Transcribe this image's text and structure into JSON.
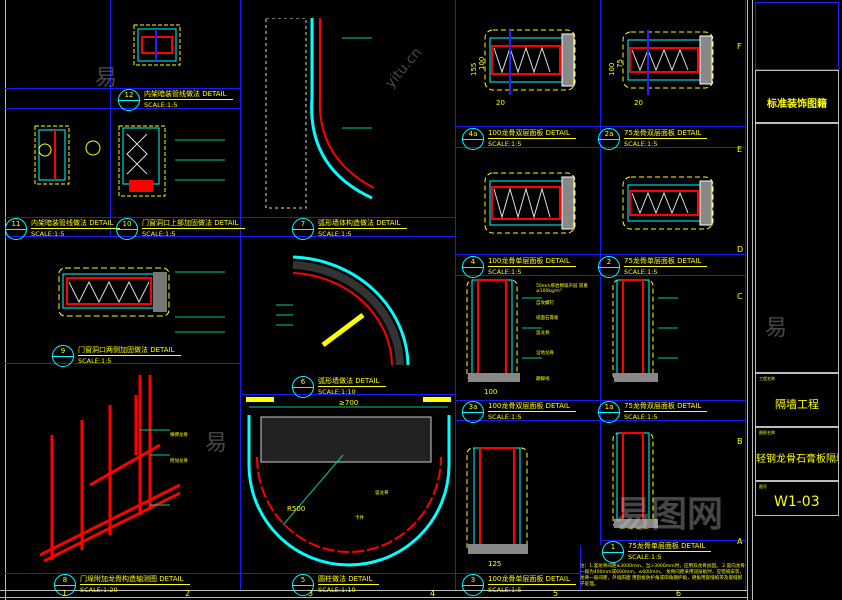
{
  "title_block": {
    "category": "标准装饰图籍",
    "project_caption": "工程名称",
    "project": "隔墙工程",
    "drawing_caption": "图纸名称",
    "drawing_name": "轻钢龙骨石膏板隔墙",
    "number_caption": "图号",
    "drawing_number": "W1-03"
  },
  "details": [
    {
      "num": "12",
      "title": "内架暗装管线做法 DETAIL",
      "scale": "SCALE:1:5"
    },
    {
      "num": "11",
      "title": "内架暗装管线做法 DETAIL",
      "scale": "SCALE:1:5"
    },
    {
      "num": "10",
      "title": "门窗洞口上部加固做法 DETAIL",
      "scale": "SCALE:1:5"
    },
    {
      "num": "9",
      "title": "门窗洞口两侧加固做法 DETAIL",
      "scale": "SCALE:1:5"
    },
    {
      "num": "8",
      "title": "门垛附加龙骨构造轴测图 DETAIL",
      "scale": "SCALE:1:20"
    },
    {
      "num": "7",
      "title": "弧形墙体构造做法 DETAIL",
      "scale": "SCALE:1:5"
    },
    {
      "num": "6",
      "title": "弧形墙做法 DETAIL",
      "scale": "SCALE:1:10"
    },
    {
      "num": "5",
      "title": "圆柱做法 DETAIL",
      "scale": "SCALE:1:10"
    },
    {
      "num": "4a",
      "title": "100龙骨双层面板 DETAIL",
      "scale": "SCALE:1:5"
    },
    {
      "num": "2a",
      "title": "75龙骨双层面板 DETAIL",
      "scale": "SCALE:1:5"
    },
    {
      "num": "4",
      "title": "100龙骨单层面板 DETAIL",
      "scale": "SCALE:1:5"
    },
    {
      "num": "2",
      "title": "75龙骨单层面板 DETAIL",
      "scale": "SCALE:1:5"
    },
    {
      "num": "3a",
      "title": "100龙骨双层面板 DETAIL",
      "scale": "SCALE:1:5"
    },
    {
      "num": "1a",
      "title": "75龙骨双层面板 DETAIL",
      "scale": "SCALE:1:5"
    },
    {
      "num": "1",
      "title": "75龙骨单层面板 DETAIL",
      "scale": "SCALE:1:5"
    },
    {
      "num": "3",
      "title": "100龙骨单层面板 DETAIL",
      "scale": "SCALE:1:5"
    }
  ],
  "dimensions": {
    "column_width": "≥700",
    "radius": "R500",
    "d4a_total": "155",
    "d4a_core": "100",
    "d4a_gap": "20",
    "d2a_total": "100",
    "d2a_core": "75",
    "d2a_gap": "20",
    "d3a_width": "125",
    "d1a_width": "100"
  },
  "labels": {
    "stud": "竖龙骨",
    "track": "沿地龙骨",
    "insulation": "50mm厚岩棉吸声层 容重≥100kg/m³",
    "screw": "自攻螺钉",
    "gypsum": "纸面石膏板",
    "base": "踢脚线",
    "cross": "横撑龙骨",
    "reinforce": "附加龙骨",
    "round_stud": "竖龙骨",
    "keel": "卡件"
  },
  "note": "注：1.竖龙骨间距≤3000mm，当>3000mm时，应用双龙骨加固。 2.竖向龙骨一般为400mm或600mm，≤600mm。 龙骨间距采用双层板时，应错缝安装，龙骨一般间距，外墙阳面 用铝板防护角或阳角钢护角，阴角用嵌缝纸带及嵌缝腻子处理。",
  "grid": {
    "columns": [
      "1",
      "2",
      "3",
      "4",
      "5",
      "6"
    ],
    "rows": [
      "F",
      "E",
      "D",
      "C",
      "B",
      "A"
    ]
  },
  "watermark": [
    "易",
    "yitu.cn",
    "易图网"
  ]
}
